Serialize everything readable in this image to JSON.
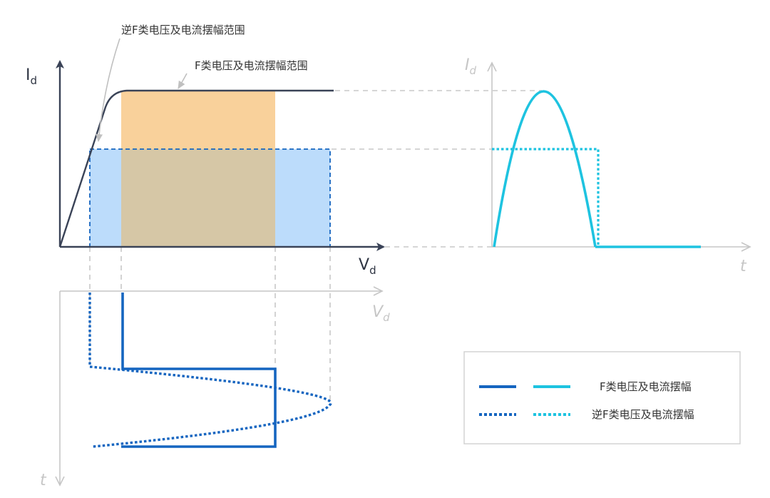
{
  "annotations": {
    "inverse_f_range": "逆F类电压及电流摆幅范围",
    "f_range": "F类电压及电流摆幅范围"
  },
  "axes": {
    "id_main": {
      "base": "I",
      "sub": "d"
    },
    "vd_main": {
      "base": "V",
      "sub": "d"
    },
    "id_right": {
      "base": "I",
      "sub": "d"
    },
    "t_right": "t",
    "vd_lower": {
      "base": "V",
      "sub": "d"
    },
    "t_lower": "t"
  },
  "legend": {
    "f_class": "F类电压及电流摆幅",
    "inverse_f_class": "逆F类电压及电流摆幅"
  },
  "colors": {
    "dark_axis": "#3a4357",
    "grey_axis": "#c6c6c6",
    "guide_dash": "#c8c8c8",
    "blue_wave": "#1565c0",
    "cyan_wave": "#1ec3e0",
    "orange_fill": "#f8c98a",
    "blue_fill": "#bcdcfb",
    "overlap_fill": "#d8c9a8",
    "legend_border": "#cfcfcf"
  }
}
